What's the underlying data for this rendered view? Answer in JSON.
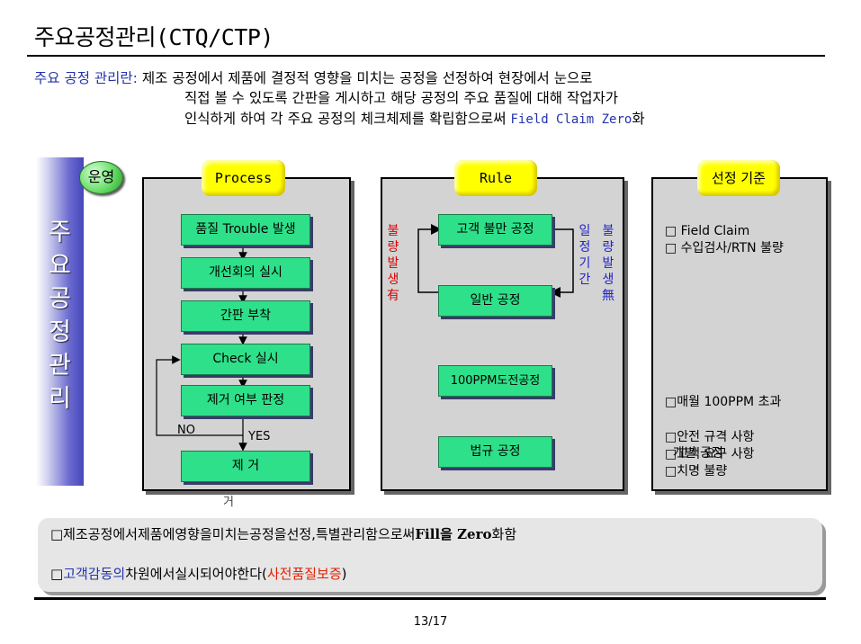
{
  "title": "주요공정관리(CTQ/CTP)",
  "intro": {
    "label": "주요 공정 관리란:",
    "line1": "제조 공정에서 제품에 결정적 영향을 미치는 공정을 선정하여 현장에서 눈으로",
    "line2": "직접 볼 수 있도록 간판을 게시하고 해당 공정의 주요 품질에 대해 작업자가",
    "line3_pre": "인식하게 하여 각 주요 공정의 체크체제를 확립함으로써",
    "line3_en": "Field Claim Zero",
    "line3_post": "화"
  },
  "side_label": [
    "주",
    "요",
    "공",
    "정",
    "관",
    "리"
  ],
  "operation_badge": "운영",
  "process": {
    "tab": "Process",
    "steps": [
      "품질 Trouble 발생",
      "개선회의 실시",
      "간판 부착",
      "Check 실시",
      "제거 여부 판정",
      "제  거"
    ],
    "no_label": "NO",
    "yes_label": "YES",
    "overflow_char": "거"
  },
  "rule": {
    "tab": "Rule",
    "boxes": [
      "고객 불만 공정",
      "일반 공정",
      "100PPM도전공정",
      "법규 공정"
    ],
    "left_vertical": [
      "불",
      "량",
      "발",
      "생",
      "有"
    ],
    "right_vertical_1": [
      "일",
      "정",
      "기",
      "간"
    ],
    "right_vertical_2": [
      "불",
      "량",
      "발",
      "생",
      "無"
    ]
  },
  "criteria": {
    "tab": "선정 기준",
    "items_top": [
      "□ Field Claim",
      "□ 수입검사/RTN 불량"
    ],
    "items_mid": [
      "□매월 100PPM 초과",
      "  개별 공정"
    ],
    "items_bottom": [
      "□안전 규격 사항",
      "□고객 요구 사항",
      "□치명 불량"
    ]
  },
  "notes": {
    "line1_pre": "□제조공정에서제품에영향을미치는공정을선정,특별관리함으로써",
    "line1_bold": "Fill을 Zero",
    "line1_post": "화함",
    "line2_box": "□",
    "line2_blue": "고객감동의",
    "line2_mid": "차원에서실시되어야한다(",
    "line2_red": "사전품질보증",
    "line2_end": ")"
  },
  "page_number": "13/17",
  "colors": {
    "tab_yellow": "#ffff00",
    "box_green": "#2ee089",
    "panel_gray": "#d3d3d3",
    "accent_blue": "#2233aa",
    "accent_red": "#dd0000"
  }
}
